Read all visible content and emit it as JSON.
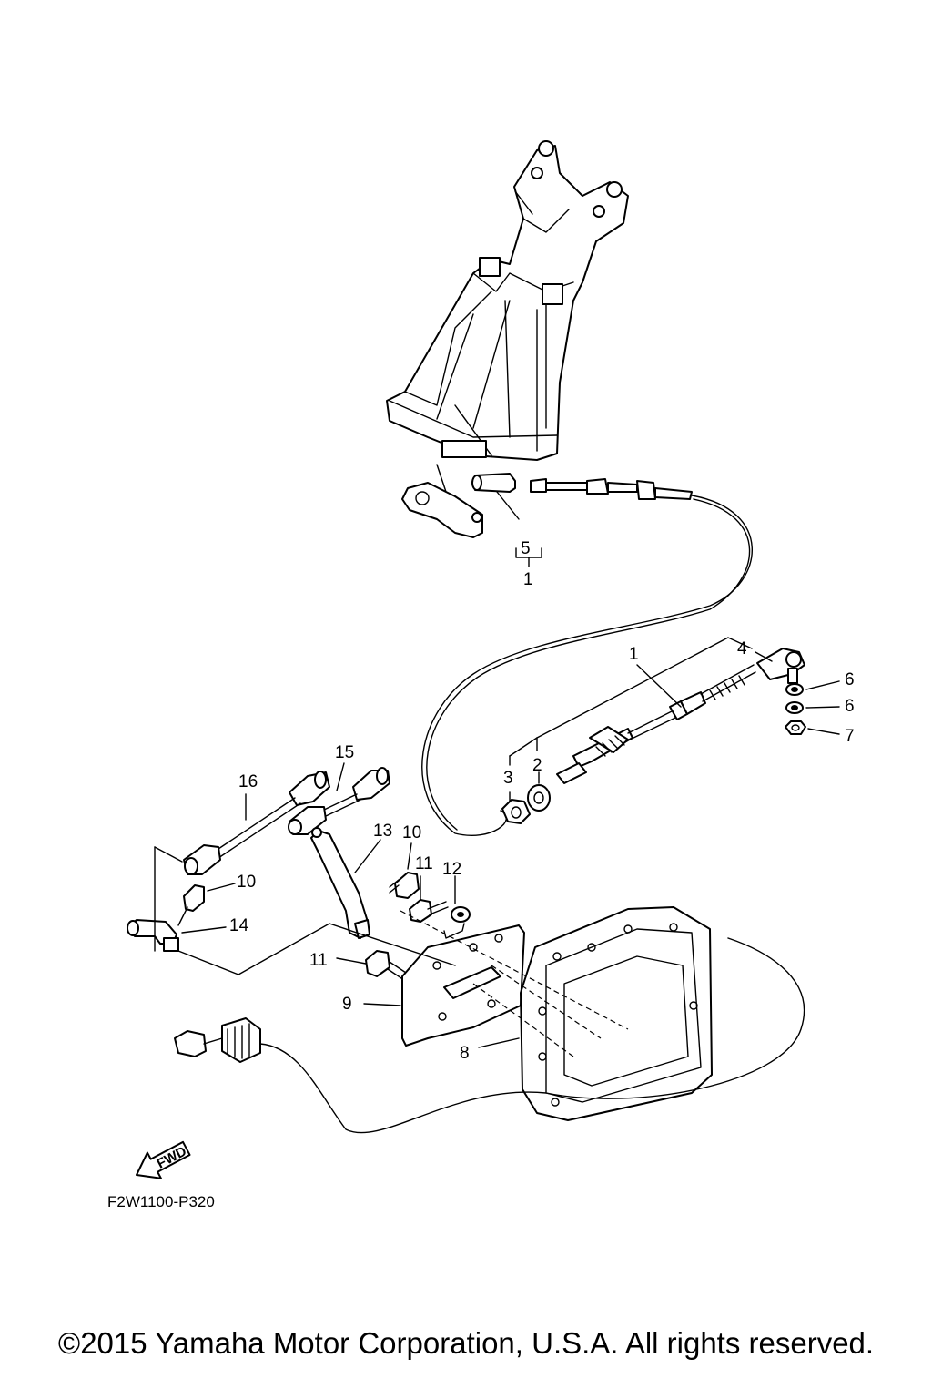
{
  "diagram": {
    "drawing_code": "F2W1100-P320",
    "fwd_label": "FWD",
    "copyright": "©2015 Yamaha Motor Corporation, U.S.A. All rights reserved.",
    "callouts": {
      "c1a": "1",
      "c1b": "1",
      "c2": "2",
      "c3": "3",
      "c4": "4",
      "c5": "5",
      "c6a": "6",
      "c6b": "6",
      "c7": "7",
      "c8": "8",
      "c9": "9",
      "c10a": "10",
      "c10b": "10",
      "c11a": "11",
      "c11b": "11",
      "c12": "12",
      "c13": "13",
      "c14": "14",
      "c15": "15",
      "c16": "16"
    }
  }
}
